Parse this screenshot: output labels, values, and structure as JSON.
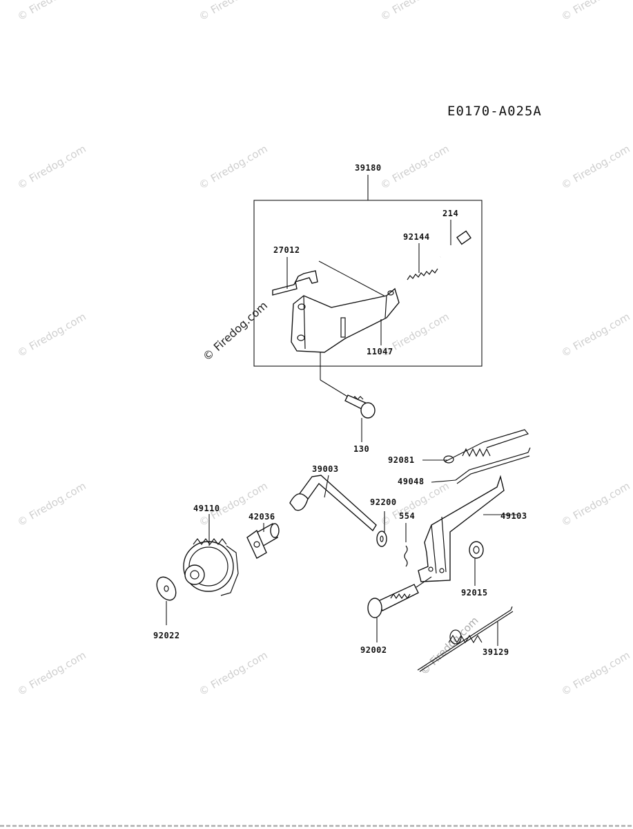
{
  "drawing_code": "E0170-A025A",
  "watermark": "© Firedog.com",
  "parts": {
    "p39180": "39180",
    "p214": "214",
    "p92144": "92144",
    "p27012": "27012",
    "p11047": "11047",
    "p130": "130",
    "p92081": "92081",
    "p49048": "49048",
    "p39003": "39003",
    "p49110": "49110",
    "p42036": "42036",
    "p92200": "92200",
    "p554": "554",
    "p49103": "49103",
    "p92015": "92015",
    "p92022": "92022",
    "p92002": "92002",
    "p39129": "39129"
  }
}
